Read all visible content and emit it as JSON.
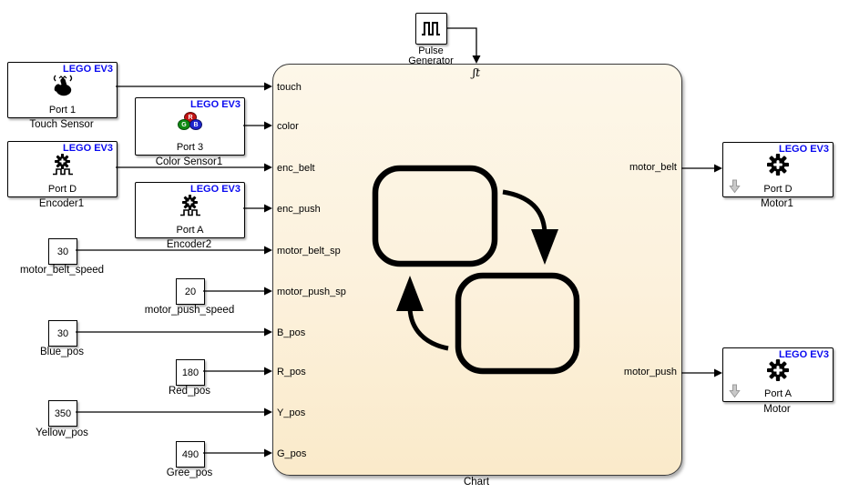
{
  "colors": {
    "brand_blue": "#0a0af0",
    "chart_fill_top": "#fdf7e9",
    "chart_fill_bottom": "#faeaca",
    "wire": "#000000"
  },
  "pulse": {
    "label_line1": "Pulse",
    "label_line2": "Generator",
    "trigger_symbol": "ʃt"
  },
  "sensors": [
    {
      "brand": "LEGO EV3",
      "port": "Port 1",
      "name": "Touch Sensor"
    },
    {
      "brand": "LEGO EV3",
      "port": "Port 3",
      "name": "Color Sensor1"
    },
    {
      "brand": "LEGO EV3",
      "port": "Port D",
      "name": "Encoder1"
    },
    {
      "brand": "LEGO EV3",
      "port": "Port A",
      "name": "Encoder2"
    }
  ],
  "constants": [
    {
      "value": "30",
      "name": "motor_belt_speed"
    },
    {
      "value": "20",
      "name": "motor_push_speed"
    },
    {
      "value": "30",
      "name": "Blue_pos"
    },
    {
      "value": "180",
      "name": "Red_pos"
    },
    {
      "value": "350",
      "name": "Yellow_pos"
    },
    {
      "value": "490",
      "name": "Gree_pos"
    }
  ],
  "chart": {
    "name": "Chart",
    "inputs": [
      "touch",
      "color",
      "enc_belt",
      "enc_push",
      "motor_belt_sp",
      "motor_push_sp",
      "B_pos",
      "R_pos",
      "Y_pos",
      "G_pos"
    ],
    "outputs": [
      "motor_belt",
      "motor_push"
    ]
  },
  "motors": [
    {
      "brand": "LEGO EV3",
      "port": "Port D",
      "name": "Motor1"
    },
    {
      "brand": "LEGO EV3",
      "port": "Port A",
      "name": "Motor"
    }
  ],
  "rgb": {
    "r": "R",
    "g": "G",
    "b": "B"
  }
}
